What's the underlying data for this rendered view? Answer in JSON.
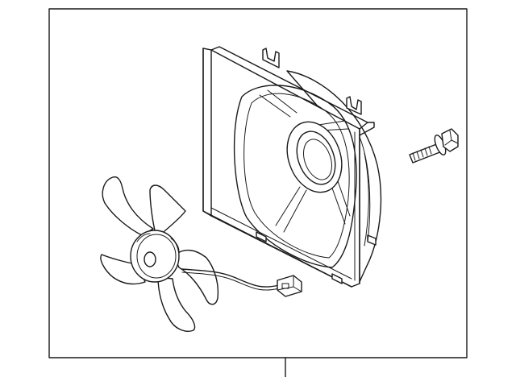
{
  "diagram": {
    "parts": [
      {
        "id": "fan-shroud",
        "icon": "fan-shroud-icon"
      },
      {
        "id": "fan-blade",
        "icon": "fan-blade-icon"
      },
      {
        "id": "bolt",
        "icon": "bolt-icon"
      },
      {
        "id": "connector",
        "icon": "connector-icon"
      }
    ],
    "colors": {
      "line": "#1a1a1a",
      "background": "#ffffff"
    }
  }
}
